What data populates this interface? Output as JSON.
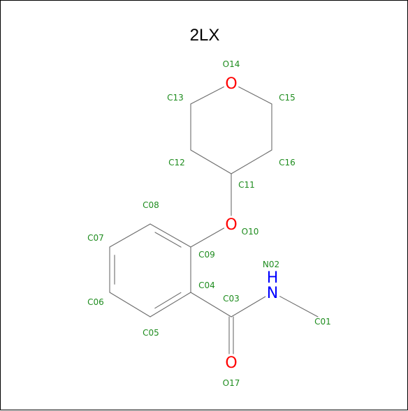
{
  "title": "2LX",
  "colors": {
    "bond": "#6b6b6b",
    "carbon_label": "#1e8c1e",
    "oxygen": "#ff0000",
    "nitrogen": "#0000ff",
    "title": "#000000"
  },
  "atoms": [
    {
      "id": "C01",
      "element": "C",
      "symbol": ""
    },
    {
      "id": "N02",
      "element": "N",
      "symbol": "N"
    },
    {
      "id": "C03",
      "element": "C",
      "symbol": ""
    },
    {
      "id": "C04",
      "element": "C",
      "symbol": ""
    },
    {
      "id": "C05",
      "element": "C",
      "symbol": ""
    },
    {
      "id": "C06",
      "element": "C",
      "symbol": ""
    },
    {
      "id": "C07",
      "element": "C",
      "symbol": ""
    },
    {
      "id": "C08",
      "element": "C",
      "symbol": ""
    },
    {
      "id": "C09",
      "element": "C",
      "symbol": ""
    },
    {
      "id": "O10",
      "element": "O",
      "symbol": "O"
    },
    {
      "id": "C11",
      "element": "C",
      "symbol": ""
    },
    {
      "id": "C12",
      "element": "C",
      "symbol": ""
    },
    {
      "id": "C13",
      "element": "C",
      "symbol": ""
    },
    {
      "id": "O14",
      "element": "O",
      "symbol": "O"
    },
    {
      "id": "C15",
      "element": "C",
      "symbol": ""
    },
    {
      "id": "C16",
      "element": "C",
      "symbol": ""
    },
    {
      "id": "O17",
      "element": "O",
      "symbol": "O"
    }
  ],
  "hydrogen_symbol": "H",
  "bonds": [
    {
      "a": "C01",
      "b": "N02",
      "order": 1
    },
    {
      "a": "N02",
      "b": "C03",
      "order": 1
    },
    {
      "a": "C03",
      "b": "O17",
      "order": 2
    },
    {
      "a": "C03",
      "b": "C04",
      "order": 1
    },
    {
      "a": "C04",
      "b": "C05",
      "order": 2
    },
    {
      "a": "C05",
      "b": "C06",
      "order": 1
    },
    {
      "a": "C06",
      "b": "C07",
      "order": 2
    },
    {
      "a": "C07",
      "b": "C08",
      "order": 1
    },
    {
      "a": "C08",
      "b": "C09",
      "order": 2
    },
    {
      "a": "C09",
      "b": "C04",
      "order": 1
    },
    {
      "a": "C09",
      "b": "O10",
      "order": 1
    },
    {
      "a": "O10",
      "b": "C11",
      "order": 1
    },
    {
      "a": "C11",
      "b": "C12",
      "order": 1
    },
    {
      "a": "C12",
      "b": "C13",
      "order": 1
    },
    {
      "a": "C13",
      "b": "O14",
      "order": 1
    },
    {
      "a": "O14",
      "b": "C15",
      "order": 1
    },
    {
      "a": "C15",
      "b": "C16",
      "order": 1
    },
    {
      "a": "C16",
      "b": "C11",
      "order": 1
    }
  ]
}
